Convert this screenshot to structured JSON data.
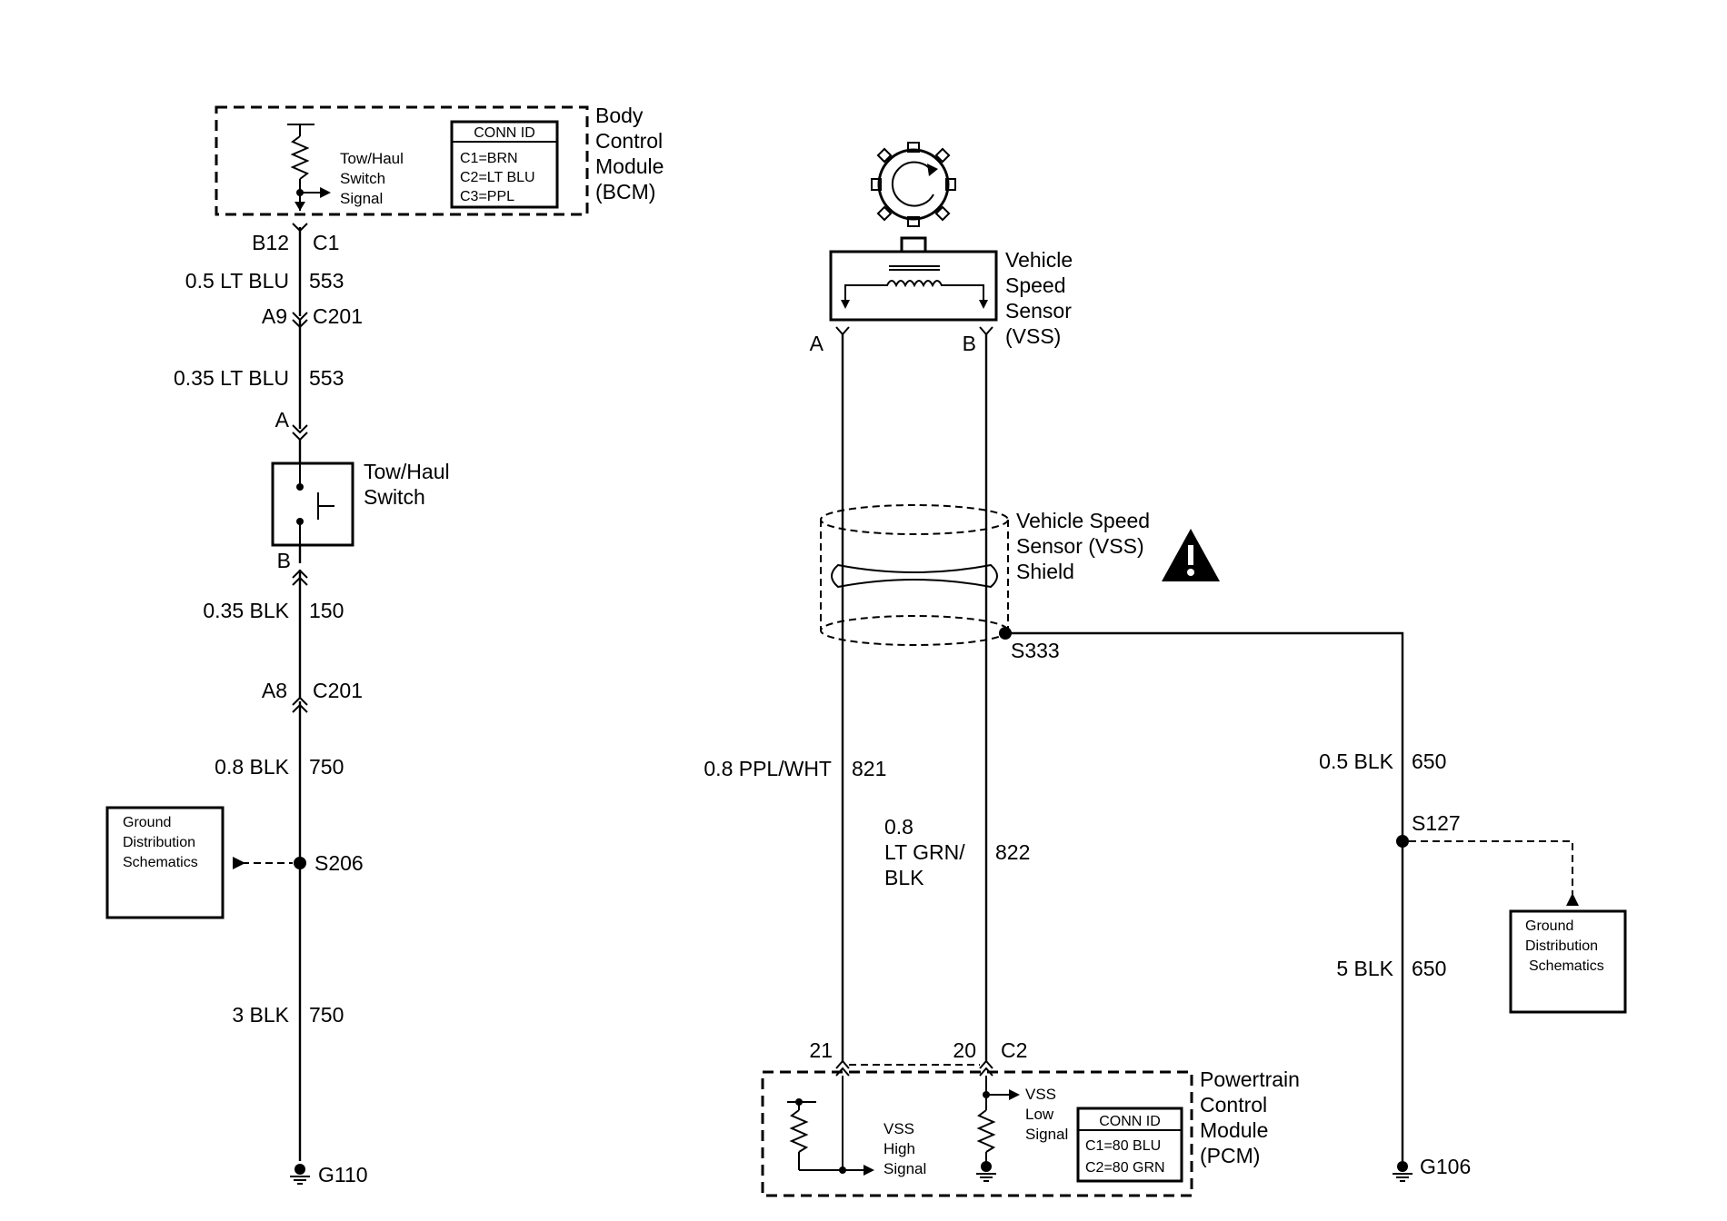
{
  "bcm": {
    "title_lines": [
      "Body",
      "Control",
      "Module",
      "(BCM)"
    ],
    "signal_lines": [
      "Tow/Haul",
      "Switch",
      "Signal"
    ],
    "conn_id": {
      "header": "CONN ID",
      "entries": [
        "C1=BRN",
        "C2=LT BLU",
        "C3=PPL"
      ]
    }
  },
  "left_circuit": {
    "b12": "B12",
    "c1": "C1",
    "wire1_size_color": "0.5 LT BLU",
    "wire1_circuit": "553",
    "a9": "A9",
    "c201_top": "C201",
    "wire2_size_color": "0.35 LT BLU",
    "wire2_circuit": "553",
    "switch_pin_a": "A",
    "switch_lines": [
      "Tow/Haul",
      "Switch"
    ],
    "switch_pin_b": "B",
    "wire3_size_color": "0.35 BLK",
    "wire3_circuit": "150",
    "a8": "A8",
    "c201_bottom": "C201",
    "wire4_size_color": "0.8 BLK",
    "wire4_circuit": "750",
    "splice": "S206",
    "ground_ref_lines": [
      "Ground",
      "Distribution",
      "Schematics"
    ],
    "wire5_size_color": "3 BLK",
    "wire5_circuit": "750",
    "ground": "G110"
  },
  "vss": {
    "title_lines": [
      "Vehicle",
      "Speed",
      "Sensor",
      "(VSS)"
    ],
    "pin_a": "A",
    "pin_b": "B",
    "shield_lines": [
      "Vehicle Speed",
      "Sensor (VSS)",
      "Shield"
    ],
    "shield_splice": "S333",
    "wire_a_size_color": "0.8 PPL/WHT",
    "wire_a_circuit": "821",
    "wire_b_size_lines": [
      "0.8",
      "LT GRN/",
      "BLK"
    ],
    "wire_b_circuit": "822"
  },
  "right_ground": {
    "wire1_size_color": "0.5 BLK",
    "wire1_circuit": "650",
    "splice": "S127",
    "ground_ref_lines": [
      "Ground",
      "Distribution",
      "Schematics"
    ],
    "wire2_size_color": "5 BLK",
    "wire2_circuit": "650",
    "ground": "G106"
  },
  "pcm": {
    "pin_21": "21",
    "pin_20": "20",
    "connector": "C2",
    "title_lines": [
      "Powertrain",
      "Control",
      "Module",
      "(PCM)"
    ],
    "high_signal_lines": [
      "VSS",
      "High",
      "Signal"
    ],
    "low_signal_lines": [
      "VSS",
      "Low",
      "Signal"
    ],
    "conn_id": {
      "header": "CONN ID",
      "entries": [
        "C1=80 BLU",
        "C2=80 GRN"
      ]
    }
  }
}
